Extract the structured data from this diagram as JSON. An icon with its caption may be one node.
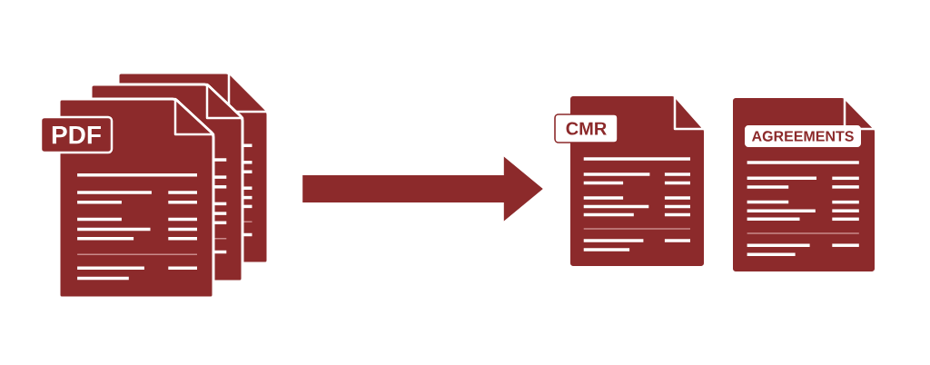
{
  "diagram": {
    "nodes": [
      {
        "text": [
          "PDF"
        ]
      },
      {
        "text": [
          "CMR"
        ]
      },
      {
        "text": [
          "AGREEMENTS"
        ]
      }
    ],
    "edges": [
      {
        "from": 0,
        "to": 1,
        "arrow": "to"
      }
    ]
  }
}
